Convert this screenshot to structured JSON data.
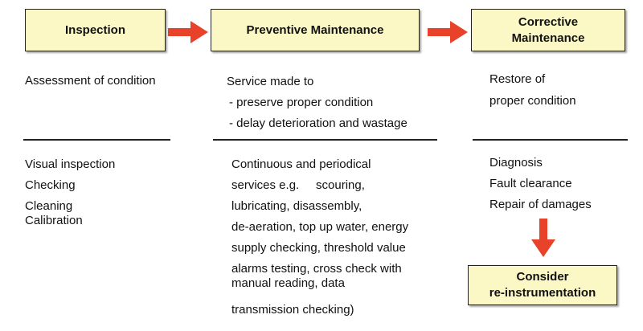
{
  "boxes": {
    "inspection": "Inspection",
    "preventive": "Preventive Maintenance",
    "corrective_line1": "Corrective",
    "corrective_line2": "Maintenance",
    "consider_line1": "Consider",
    "consider_line2": "re-instrumentation"
  },
  "columns": {
    "inspection": {
      "definition": "Assessment of condition",
      "activities": [
        "Visual inspection",
        "Checking",
        "Cleaning",
        "Calibration"
      ]
    },
    "preventive": {
      "definition": [
        "Service made to",
        "- preserve proper condition",
        "- delay deterioration and wastage"
      ],
      "activities": [
        "Continuous and periodical",
        "services e.g.     scouring,",
        "lubricating, disassembly,",
        "de-aeration, top up water, energy",
        "supply checking, threshold value",
        "alarms testing, cross check with",
        "manual reading, data",
        "transmission checking)"
      ]
    },
    "corrective": {
      "definition": [
        "Restore of",
        "proper condition"
      ],
      "activities": [
        "Diagnosis",
        "Fault clearance",
        "Repair of damages"
      ]
    }
  },
  "colors": {
    "box_fill": "#fcf8c6",
    "arrow": "#e8432a"
  }
}
